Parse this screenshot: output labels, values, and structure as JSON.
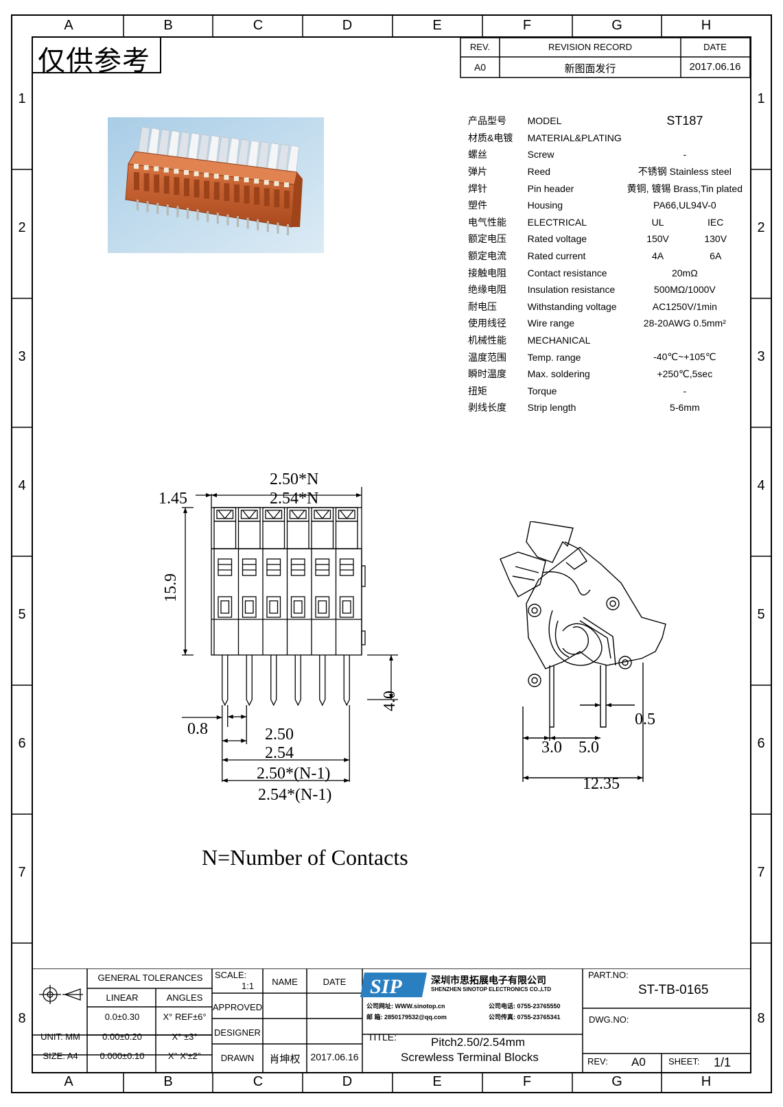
{
  "zones": {
    "columns": [
      "A",
      "B",
      "C",
      "D",
      "E",
      "F",
      "G",
      "H"
    ],
    "rows": [
      "1",
      "2",
      "3",
      "4",
      "5",
      "6",
      "7",
      "8"
    ]
  },
  "stamp": "仅供参考",
  "revision": {
    "headers": {
      "rev": "REV.",
      "record": "REVISION RECORD",
      "date": "DATE"
    },
    "row": {
      "rev": "A0",
      "record": "新图面发行",
      "date": "2017.06.16"
    }
  },
  "specs": {
    "rows": [
      {
        "cn": "产品型号",
        "en": "MODEL",
        "v1": "ST187",
        "v2": ""
      },
      {
        "cn": "材质&电镀",
        "en": "MATERIAL&PLATING",
        "v1": "",
        "v2": ""
      },
      {
        "cn": "螺丝",
        "en": "Screw",
        "v1": "-",
        "v2": ""
      },
      {
        "cn": "弹片",
        "en": "Reed",
        "v1": "不锈钢 Stainless steel",
        "v2": ""
      },
      {
        "cn": "焊针",
        "en": "Pin header",
        "v1": "黄铜, 镀锡 Brass,Tin plated",
        "v2": ""
      },
      {
        "cn": "塑件",
        "en": "Housing",
        "v1": "PA66,UL94V-0",
        "v2": ""
      },
      {
        "cn": "电气性能",
        "en": "ELECTRICAL",
        "v1": "UL",
        "v2": "IEC"
      },
      {
        "cn": "额定电压",
        "en": "Rated voltage",
        "v1": "150V",
        "v2": "130V"
      },
      {
        "cn": "额定电流",
        "en": "Rated current",
        "v1": "4A",
        "v2": "6A"
      },
      {
        "cn": "接触电阻",
        "en": "Contact resistance",
        "v1": "20mΩ",
        "v2": ""
      },
      {
        "cn": "绝缘电阻",
        "en": "Insulation resistance",
        "v1": "500MΩ/1000V",
        "v2": ""
      },
      {
        "cn": "耐电压",
        "en": "Withstanding voltage",
        "v1": "AC1250V/1min",
        "v2": ""
      },
      {
        "cn": "使用线径",
        "en": "Wire range",
        "v1": "28-20AWG 0.5mm²",
        "v2": ""
      },
      {
        "cn": "机械性能",
        "en": "MECHANICAL",
        "v1": "",
        "v2": ""
      },
      {
        "cn": "温度范围",
        "en": "Temp. range",
        "v1": "-40℃~+105℃",
        "v2": ""
      },
      {
        "cn": "瞬时温度",
        "en": "Max. soldering",
        "v1": "+250℃,5sec",
        "v2": ""
      },
      {
        "cn": "扭矩",
        "en": "Torque",
        "v1": "-",
        "v2": ""
      },
      {
        "cn": "剥线长度",
        "en": "Strip length",
        "v1": "5-6mm",
        "v2": ""
      }
    ]
  },
  "dims": {
    "top_pitch_a": "2.50*N",
    "top_pitch_b": "2.54*N",
    "left_offset": "1.45",
    "height": "15.9",
    "pin_len": "4.0",
    "pin_w": "0.8",
    "pitch_a": "2.50",
    "pitch_b": "2.54",
    "span_a": "2.50*(N-1)",
    "span_b": "2.54*(N-1)",
    "side_a": "3.0",
    "side_b": "5.0",
    "side_pin": "0.5",
    "side_total": "12.35"
  },
  "note": "N=Number of Contacts",
  "title_block": {
    "general_tolerances": "GENERAL TOLERANCES",
    "linear": "LINEAR",
    "angles": "ANGLES",
    "tol_rows": [
      {
        "linear": "0.0±0.30",
        "angle": "X° REF±6°"
      },
      {
        "linear": "0.00±0.20",
        "angle": "X° ±3°"
      },
      {
        "linear": "0.000±0.10",
        "angle": "X° X'±2°"
      }
    ],
    "unit_label": "UNIT: MM",
    "size_label": "SIZE: A4",
    "scale_label": "SCALE:",
    "scale_value": "1:1",
    "name": "NAME",
    "date": "DATE",
    "approved": "APPROVED",
    "designer": "DESIGNER",
    "drawn": "DRAWN",
    "drawn_name": "肖坤权",
    "drawn_date": "2017.06.16",
    "company_cn": "深圳市思拓展电子有限公司",
    "company_en": "SHENZHEN SINOTOP ELECTRONICS CO.,LTD",
    "contact_1": "公司网址: WWW.sinotop.cn",
    "contact_2": "公司电话: 0755-23765550",
    "contact_3": "邮  箱: 2850179532@qq.com",
    "contact_4": "公司传真: 0755-23765341",
    "title_label": "TITLE:",
    "title_1": "Pitch2.50/2.54mm",
    "title_2": "Screwless Terminal Blocks",
    "part_no_label": "PART.NO:",
    "part_no": "ST-TB-0165",
    "dwg_no_label": "DWG.NO:",
    "rev_label": "REV:",
    "rev_value": "A0",
    "sheet_label": "SHEET:",
    "sheet_value": "1/1"
  },
  "colors": {
    "housing": "#c4602b",
    "housing_dark": "#8e3d15",
    "lever": "#e8ecef",
    "photo_bg": "#b8d6ea",
    "logo": "#2a7fc1"
  }
}
